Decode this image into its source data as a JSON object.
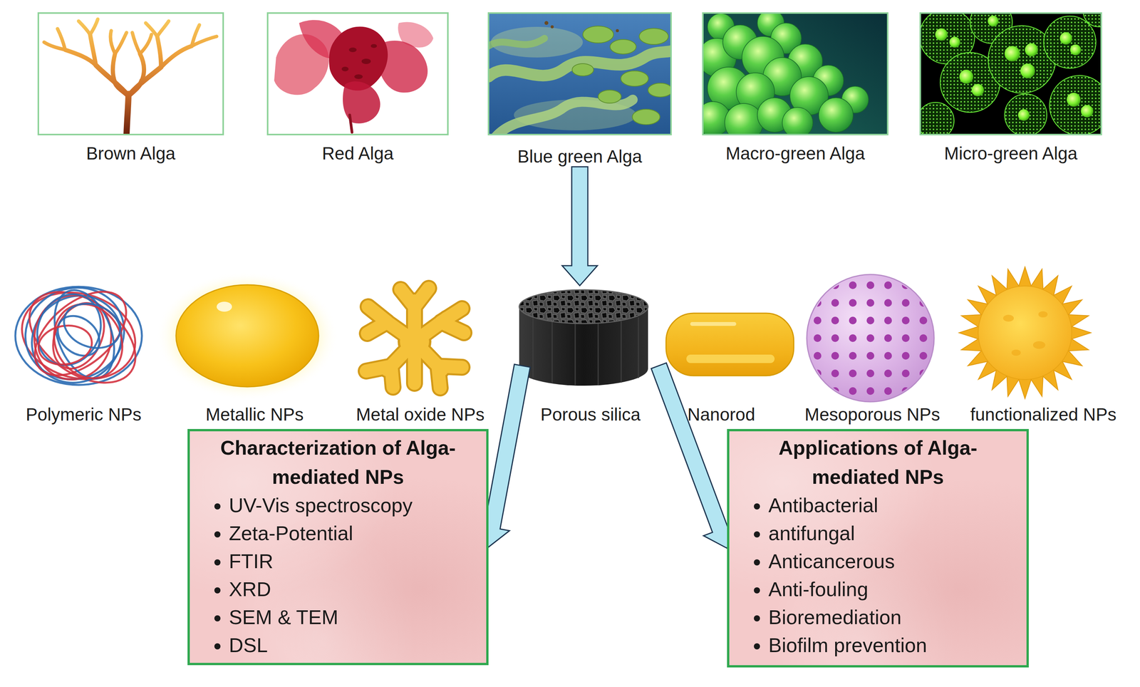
{
  "diagram": {
    "nodes": [
      {
        "text": [
          "Brown Alga"
        ]
      },
      {
        "text": [
          "Red Alga"
        ]
      },
      {
        "text": [
          "Blue green Alga"
        ]
      },
      {
        "text": [
          "Macro-green Alga"
        ]
      },
      {
        "text": [
          "Micro-green Alga"
        ]
      },
      {
        "text": [
          "Polymeric NPs"
        ]
      },
      {
        "text": [
          "Metallic NPs"
        ]
      },
      {
        "text": [
          "Metal oxide NPs"
        ]
      },
      {
        "text": [
          "Porous silica"
        ]
      },
      {
        "text": [
          "Nanorod"
        ]
      },
      {
        "text": [
          "Mesoporous NPs"
        ]
      },
      {
        "text": [
          "functionalized NPs"
        ]
      },
      {
        "text": [
          "Characterization of Alga-mediated NPs",
          "UV-Vis spectroscopy",
          "Zeta-Potential",
          "FTIR",
          "XRD",
          "SEM & TEM",
          "DSL"
        ]
      },
      {
        "text": [
          "Applications of Alga-mediated NPs",
          "Antibacterial",
          "antifungal",
          "Anticancerous",
          "Anti-fouling",
          "Bioremediation",
          "Biofilm prevention"
        ]
      }
    ],
    "edges": [
      {
        "from": 2,
        "to": 8,
        "arrow": "to"
      },
      {
        "from": 8,
        "to": 12,
        "arrow": "to"
      },
      {
        "from": 8,
        "to": 13,
        "arrow": "to"
      }
    ]
  }
}
